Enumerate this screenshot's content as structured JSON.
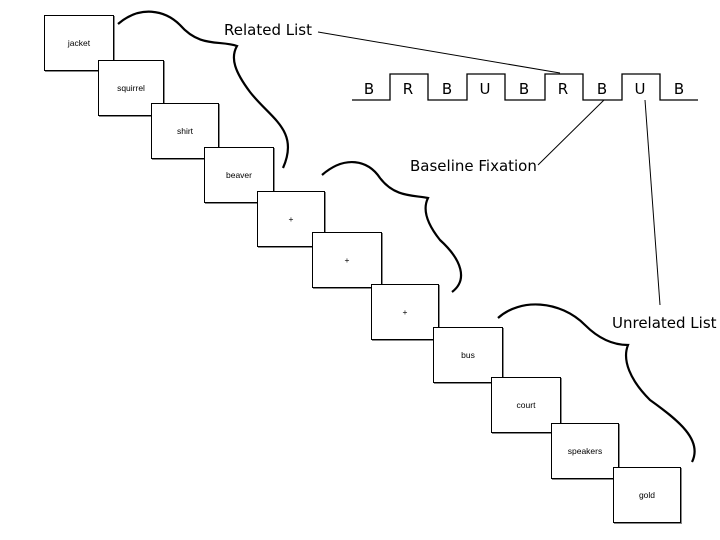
{
  "cards": [
    "jacket",
    "squirrel",
    "shirt",
    "beaver",
    "+",
    "+",
    "+",
    "bus",
    "court",
    "speakers",
    "gold"
  ],
  "labels": {
    "related": "Related List",
    "baseline": "Baseline Fixation",
    "unrelated": "Unrelated List"
  },
  "sequence": [
    "B",
    "R",
    "B",
    "U",
    "B",
    "R",
    "B",
    "U",
    "B"
  ]
}
